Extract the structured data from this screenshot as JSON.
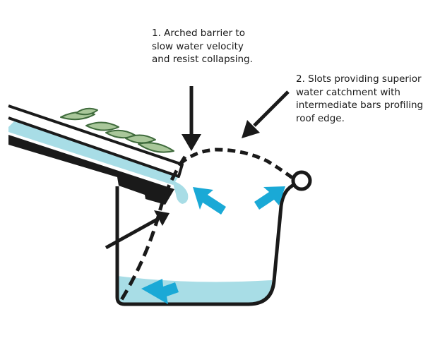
{
  "captions": {
    "arched_barrier": {
      "lines": [
        "1. Arched barrier to",
        "slow water velocity",
        "and resist collapsing."
      ]
    },
    "slots": {
      "lines": [
        "2. Slots providing superior",
        "water catchment with",
        "intermediate bars profiling",
        "roof edge."
      ]
    }
  },
  "colors": {
    "outline": "#1a1a1a",
    "water": "#a8dde6",
    "flow_arrow": "#1aa9d6",
    "leaf_fill": "#a9c79a",
    "leaf_stroke": "#3f6b3c",
    "background": "#ffffff"
  },
  "icons": {
    "pointer_arrows": "black-arrow",
    "flow_arrows": "cyan-arrow",
    "leaves": "leaf-debris"
  }
}
